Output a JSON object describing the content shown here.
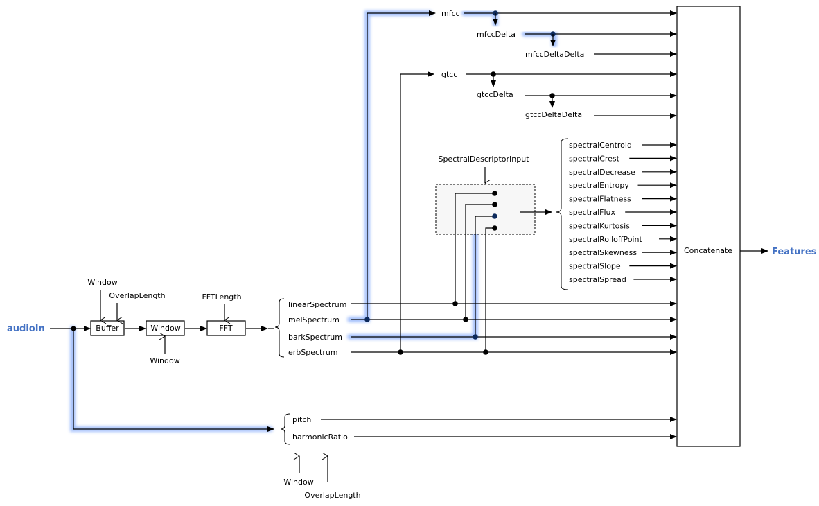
{
  "input": {
    "label": "audioIn",
    "color": "#4472c4"
  },
  "output": {
    "label": "Features",
    "color": "#4472c4"
  },
  "highlight_color": "#5b8ff9",
  "blocks": {
    "buffer": {
      "label": "Buffer",
      "params": [
        "Window",
        "OverlapLength"
      ]
    },
    "window": {
      "label": "Window",
      "params": [
        "Window"
      ]
    },
    "fft": {
      "label": "FFT",
      "params": [
        "FFTLength"
      ]
    },
    "concatenate": {
      "label": "Concatenate"
    }
  },
  "spectra": [
    "linearSpectrum",
    "melSpectrum",
    "barkSpectrum",
    "erbSpectrum"
  ],
  "cepstral": {
    "mfcc": [
      "mfcc",
      "mfccDelta",
      "mfccDeltaDelta"
    ],
    "gtcc": [
      "gtcc",
      "gtccDelta",
      "gtccDeltaDelta"
    ]
  },
  "spectral_descriptor_input": "SpectralDescriptorInput",
  "spectral_descriptors": [
    "spectralCentroid",
    "spectralCrest",
    "spectralDecrease",
    "spectralEntropy",
    "spectralFlatness",
    "spectralFlux",
    "spectralKurtosis",
    "spectralRolloffPoint",
    "spectralSkewness",
    "spectralSlope",
    "spectralSpread"
  ],
  "periodic": {
    "features": [
      "pitch",
      "harmonicRatio"
    ],
    "params": [
      "Window",
      "OverlapLength"
    ]
  },
  "selected_features": [
    "mfcc",
    "mfccDelta",
    "mfccDeltaDelta",
    "spectralCentroid",
    "spectralFlux",
    "pitch",
    "harmonicRatio"
  ]
}
